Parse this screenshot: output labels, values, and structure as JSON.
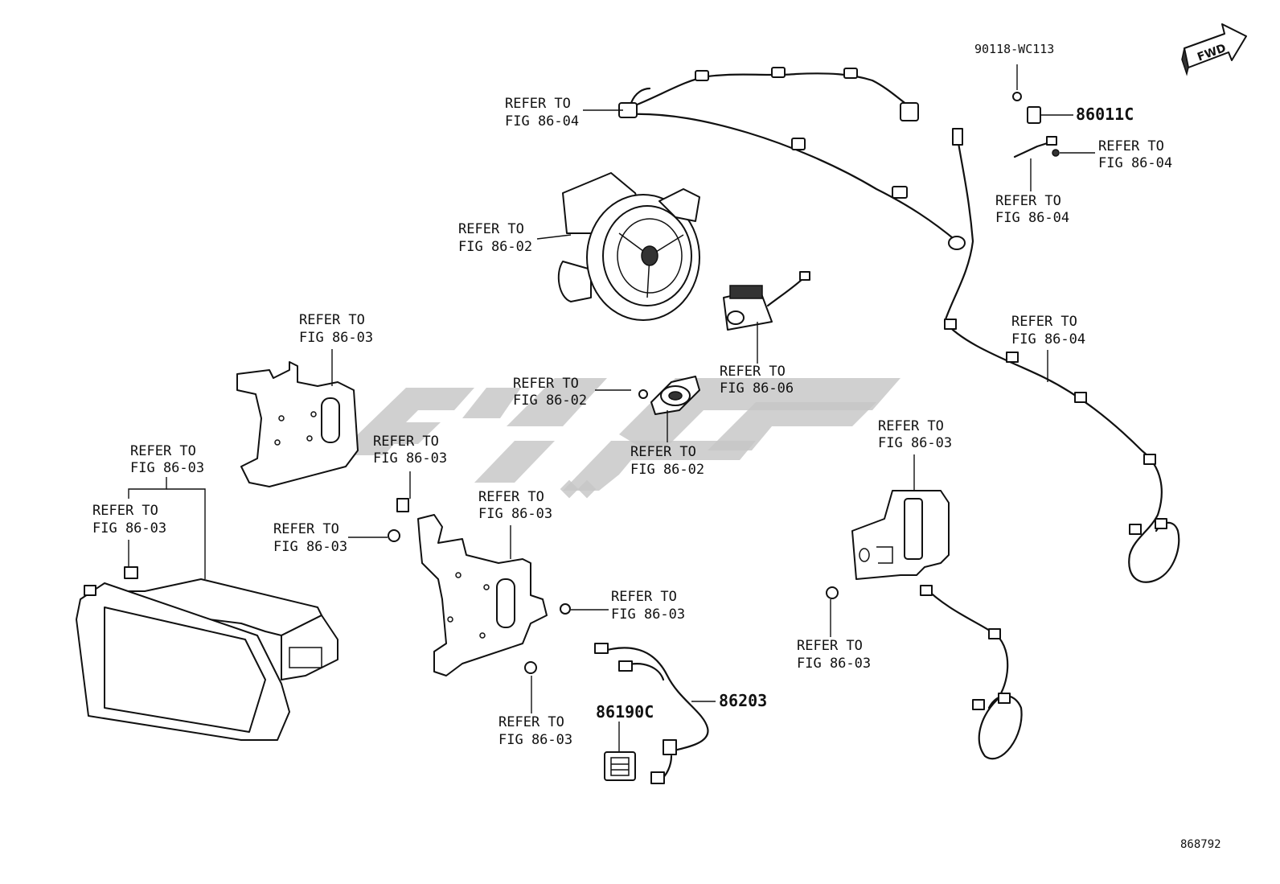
{
  "labels": {
    "refer_04_top": [
      "REFER TO",
      "FIG 86-04"
    ],
    "refer_02_speaker": [
      "REFER TO",
      "FIG 86-02"
    ],
    "refer_03_bracket_left": [
      "REFER TO",
      "FIG 86-03"
    ],
    "refer_02_screw": [
      "REFER TO",
      "FIG 86-02"
    ],
    "refer_02_tweeter": [
      "REFER TO",
      "FIG 86-02"
    ],
    "refer_06_camera": [
      "REFER TO",
      "FIG 86-06"
    ],
    "refer_03_clip_center": [
      "REFER TO",
      "FIG 86-03"
    ],
    "refer_03_screw_left": [
      "REFER TO",
      "FIG 86-03"
    ],
    "refer_03_head_unit": [
      "REFER TO",
      "FIG 86-03"
    ],
    "refer_03_head_unit_clip": [
      "REFER TO",
      "FIG 86-03"
    ],
    "refer_03_bracket_center": [
      "REFER TO",
      "FIG 86-03"
    ],
    "refer_03_screw_right": [
      "REFER TO",
      "FIG 86-03"
    ],
    "refer_03_screw_bottom": [
      "REFER TO",
      "FIG 86-03"
    ],
    "refer_03_bracket_right": [
      "REFER TO",
      "FIG 86-03"
    ],
    "refer_03_screw_far_right": [
      "REFER TO",
      "FIG 86-03"
    ],
    "refer_04_harness_right": [
      "REFER TO",
      "FIG 86-04"
    ],
    "refer_04_antenna_screw": [
      "REFER TO",
      "FIG 86-04"
    ],
    "refer_04_antenna_lead": [
      "REFER TO",
      "FIG 86-04"
    ]
  },
  "part_numbers": {
    "bolt": "90118-WC113",
    "antenna_module": "86011C",
    "cable_assy": "86203",
    "connector": "86190C"
  },
  "fwd_badge": "FWD",
  "illustration_id": "868792"
}
